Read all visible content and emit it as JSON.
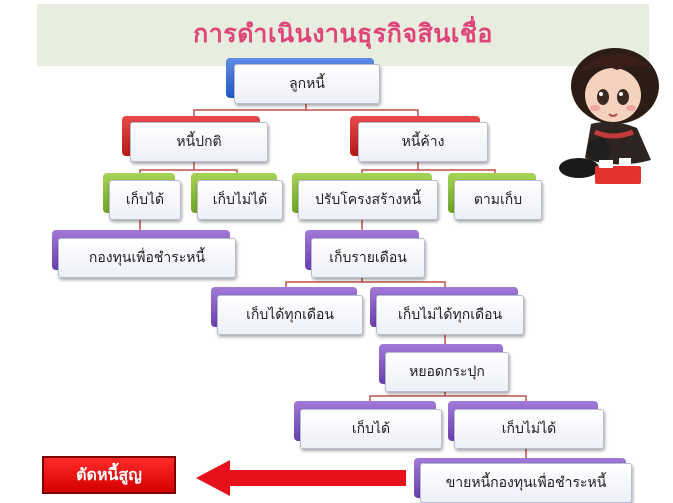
{
  "title": "การดำเนินงานธุรกิจสินเชื่อ",
  "nodes": {
    "root": "ลูกหนี้",
    "normal": "หนี้ปกติ",
    "overdue": "หนี้ค้าง",
    "collectible": "เก็บได้",
    "uncollectible": "เก็บไม่ได้",
    "restructure": "ปรับโครงสร้างหนี้",
    "follow_up": "ตามเก็บ",
    "repay_fund": "กองทุนเพื่อชำระหนี้",
    "monthly": "เก็บรายเดือน",
    "monthly_ok": "เก็บได้ทุกเดือน",
    "monthly_fail": "เก็บไม่ได้ทุกเดือน",
    "lump_sum": "หยอดกระปุก",
    "lump_ok": "เก็บได้",
    "lump_fail": "เก็บไม่ได้",
    "sell_debt": "ขายหนี้กองทุนเพื่อชำระหนี้"
  },
  "write_off": "ตัดหนี้สูญ",
  "colors": {
    "title": "#e0457a",
    "connector": "#c0504d",
    "level1": "#2455c4",
    "level2": "#b81818",
    "level3": "#6da423",
    "level4": "#6a3fae"
  }
}
